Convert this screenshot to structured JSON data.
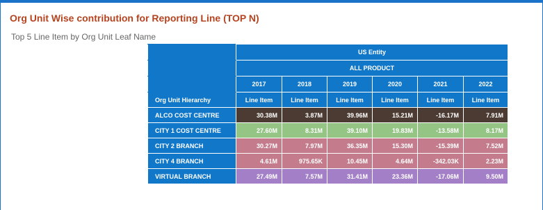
{
  "title": "Org Unit Wise contribution for Reporting Line (TOP N)",
  "subtitle": "Top 5 Line Item by Org Unit Leaf Name",
  "table": {
    "entity_header": "US Entity",
    "product_header": "ALL PRODUCT",
    "row_header": "Org Unit Hierarchy",
    "years": [
      "2017",
      "2018",
      "2019",
      "2020",
      "2021",
      "2022"
    ],
    "measure_label": "Line Item",
    "rows": [
      {
        "label": "ALCO COST CENTRE",
        "color": "#4b3b32",
        "values": [
          "30.38M",
          "3.87M",
          "39.96M",
          "15.21M",
          "-16.17M",
          "7.91M"
        ]
      },
      {
        "label": "CITY 1 COST CENTRE",
        "color": "#95c585",
        "values": [
          "27.60M",
          "8.31M",
          "39.10M",
          "19.83M",
          "-13.58M",
          "8.17M"
        ]
      },
      {
        "label": "CITY 2 BRANCH",
        "color": "#c47b8c",
        "values": [
          "30.27M",
          "7.97M",
          "36.35M",
          "15.30M",
          "-15.39M",
          "7.52M"
        ]
      },
      {
        "label": "CITY 4 BRANCH",
        "color": "#c47b8c",
        "values": [
          "4.61M",
          "975.65K",
          "10.45M",
          "4.64M",
          "-342.03K",
          "2.23M"
        ]
      },
      {
        "label": "VIRTUAL BRANCH",
        "color": "#a37fc8",
        "values": [
          "27.49M",
          "7.57M",
          "31.41M",
          "23.36M",
          "-17.06M",
          "9.50M"
        ]
      }
    ]
  },
  "colors": {
    "header": "#1177c9",
    "title": "#b5431f",
    "frame": "#1a73c8"
  }
}
